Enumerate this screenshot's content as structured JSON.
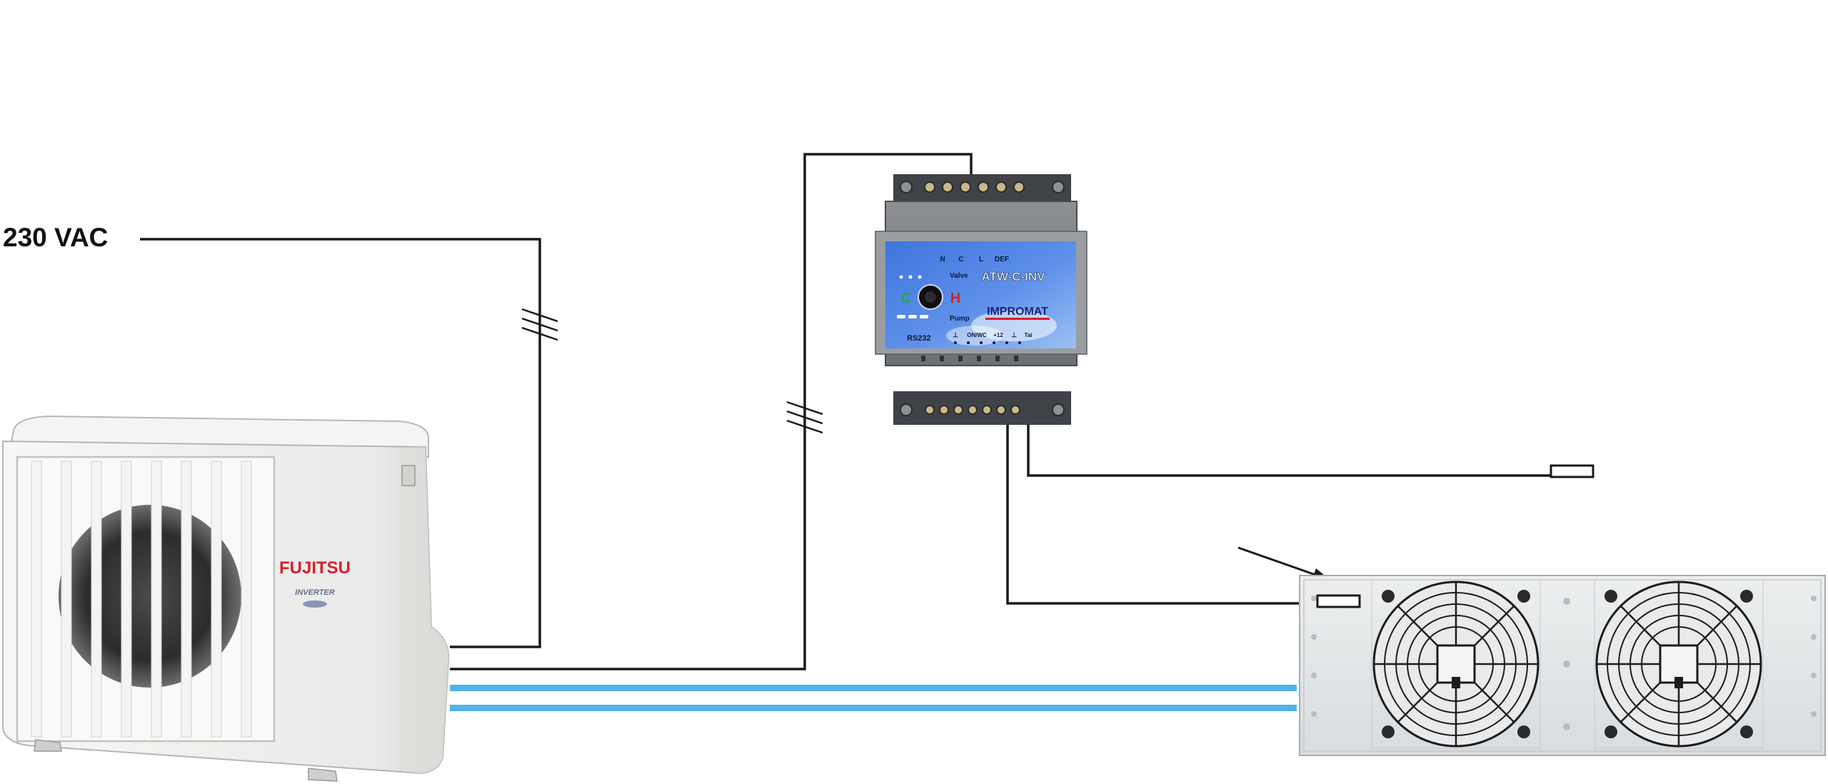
{
  "power": {
    "label": "230 VAC"
  },
  "outdoor_unit": {
    "brand": "FUJITSU",
    "sub_brand": "INVERTER"
  },
  "controller": {
    "model": "ATW-C-INV",
    "maker": "IMPROMAT",
    "top_terminals": [
      "N",
      "C",
      "L",
      "DEF"
    ],
    "left_leds": [
      "C",
      "H"
    ],
    "valve_label": "Valve",
    "pump_label": "Pump",
    "port_label": "RS232",
    "bottom_terminals": [
      "⊥",
      "ON/WC",
      "+12",
      "⊥",
      "Tai"
    ]
  },
  "colors": {
    "wire": "#1a1a1a",
    "refrigerant_pipe": "#4fb3e8",
    "controller_panel": "#4a7fe0",
    "brand_red": "#d6202a",
    "unit_body": "#f1f1f0",
    "evaporator_body": "#e4e6e8"
  }
}
